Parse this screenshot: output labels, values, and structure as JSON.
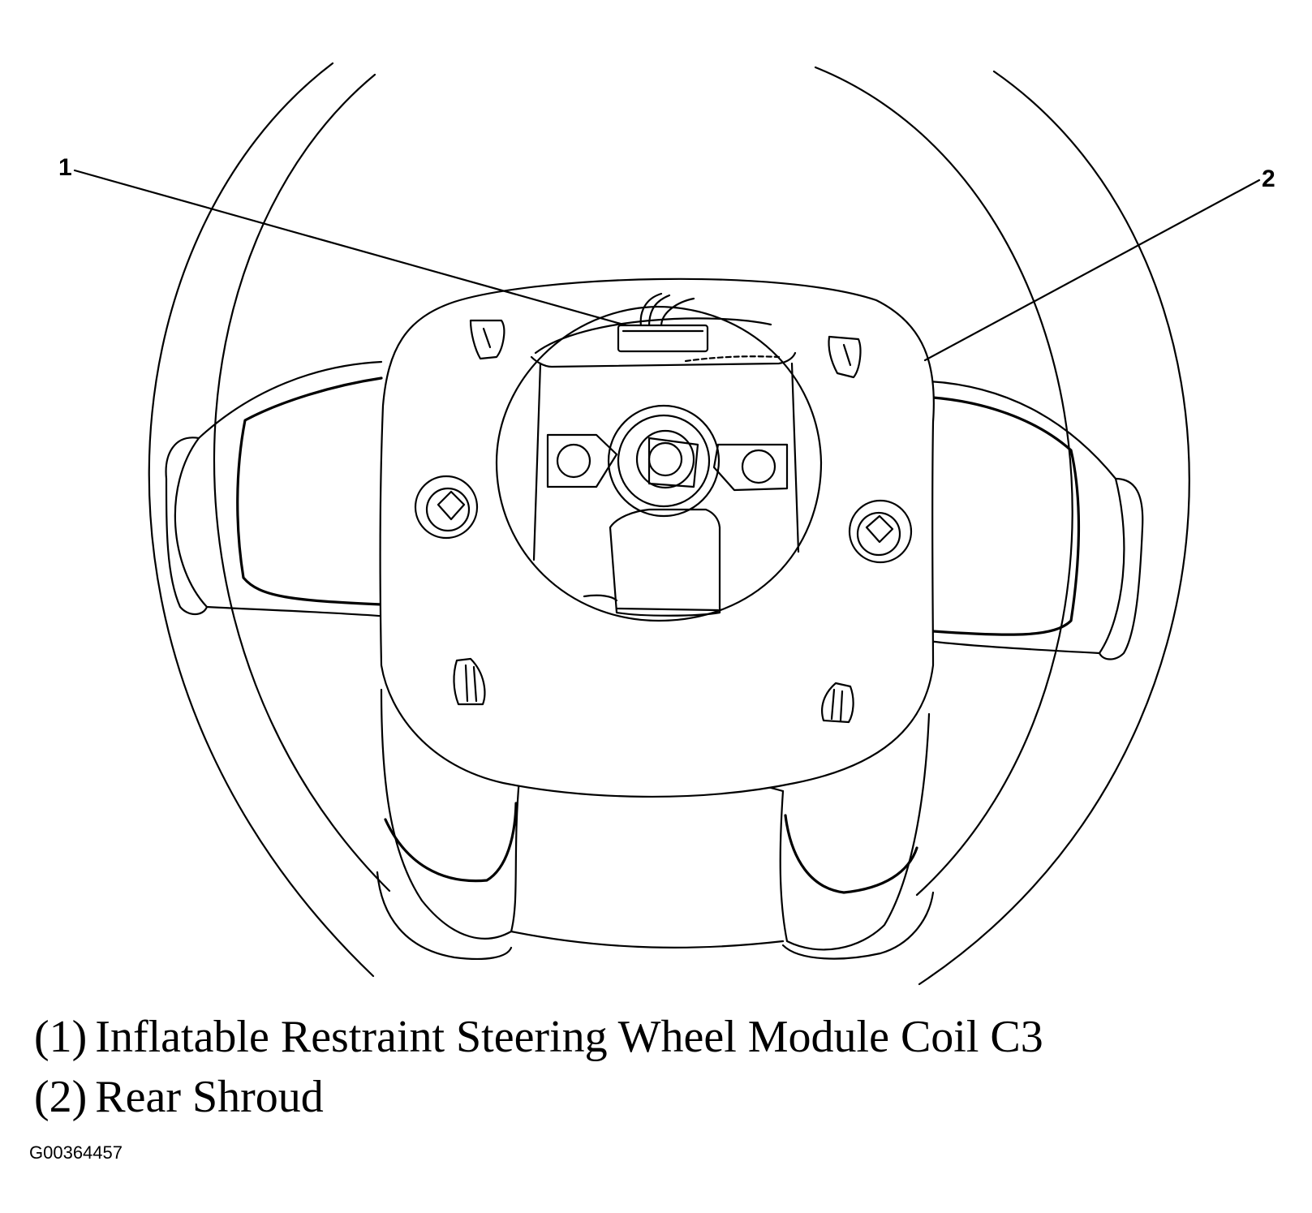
{
  "callouts": [
    {
      "id": "1",
      "label": "1"
    },
    {
      "id": "2",
      "label": "2"
    }
  ],
  "legend": [
    {
      "number": "(1)",
      "text": "Inflatable Restraint Steering Wheel Module Coil C3"
    },
    {
      "number": "(2)",
      "text": "Rear Shroud"
    }
  ],
  "figure_id": "G00364457",
  "colors": {
    "line": "#000000",
    "background": "#ffffff"
  }
}
